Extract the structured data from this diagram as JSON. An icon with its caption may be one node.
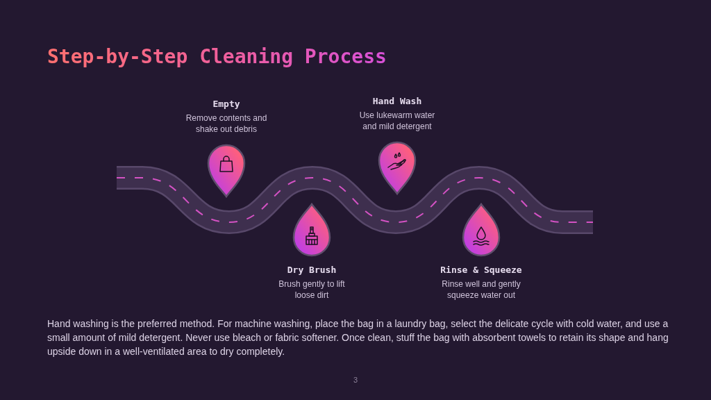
{
  "diagram": {
    "title": "Step-by-Step Cleaning Process",
    "nodes": [
      {
        "text": [
          "Empty",
          "Remove contents and shake out debris"
        ]
      },
      {
        "text": [
          "Dry Brush",
          "Brush gently to lift loose dirt"
        ]
      },
      {
        "text": [
          "Hand Wash",
          "Use lukewarm water and mild detergent"
        ]
      },
      {
        "text": [
          "Rinse & Squeeze",
          "Rinse well and gently squeeze water out"
        ]
      }
    ],
    "labels": [
      "Hand washing is the preferred method. For machine washing, place the bag in a laundry bag, select the delicate cycle with cold water, and use a small amount of mild detergent. Never use bleach or fabric softener. Once clean, stuff the bag with absorbent towels to retain its shape and hang upside down in a well-ventilated area to dry completely.",
      "3"
    ]
  }
}
